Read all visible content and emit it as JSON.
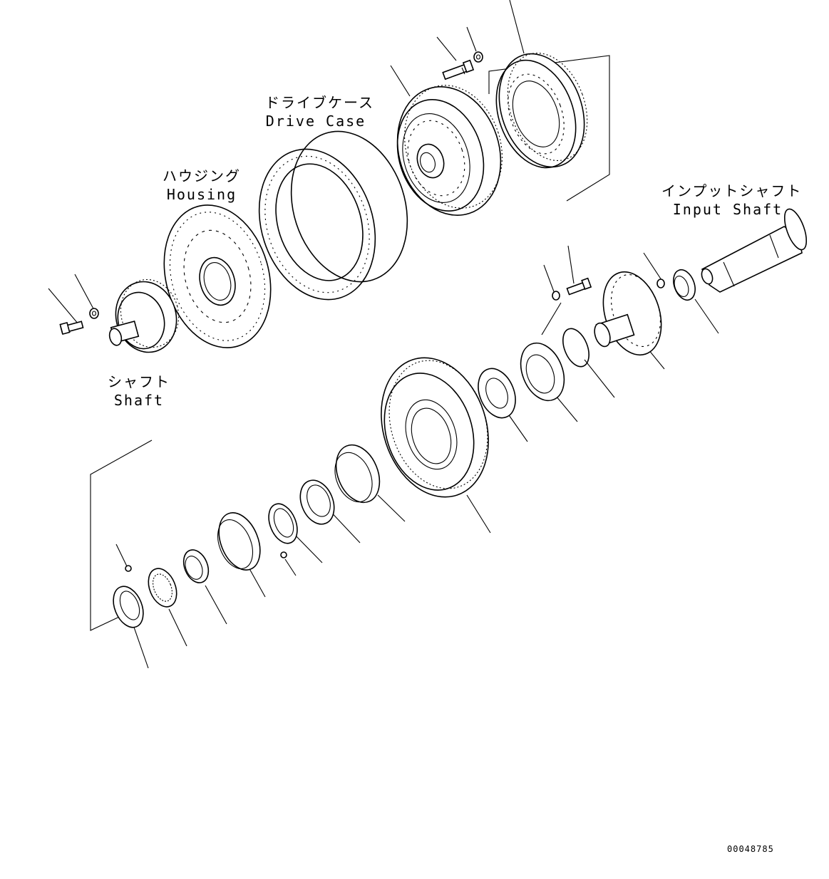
{
  "labels": {
    "drive_case_jp": "ドライブケース",
    "drive_case_en": "Drive Case",
    "housing_jp": "ハウジング",
    "housing_en": "Housing",
    "input_shaft_jp": "インプットシャフト",
    "input_shaft_en": "Input Shaft",
    "shaft_jp": "シャフト",
    "shaft_en": "Shaft"
  },
  "drawing_number": "00048785"
}
